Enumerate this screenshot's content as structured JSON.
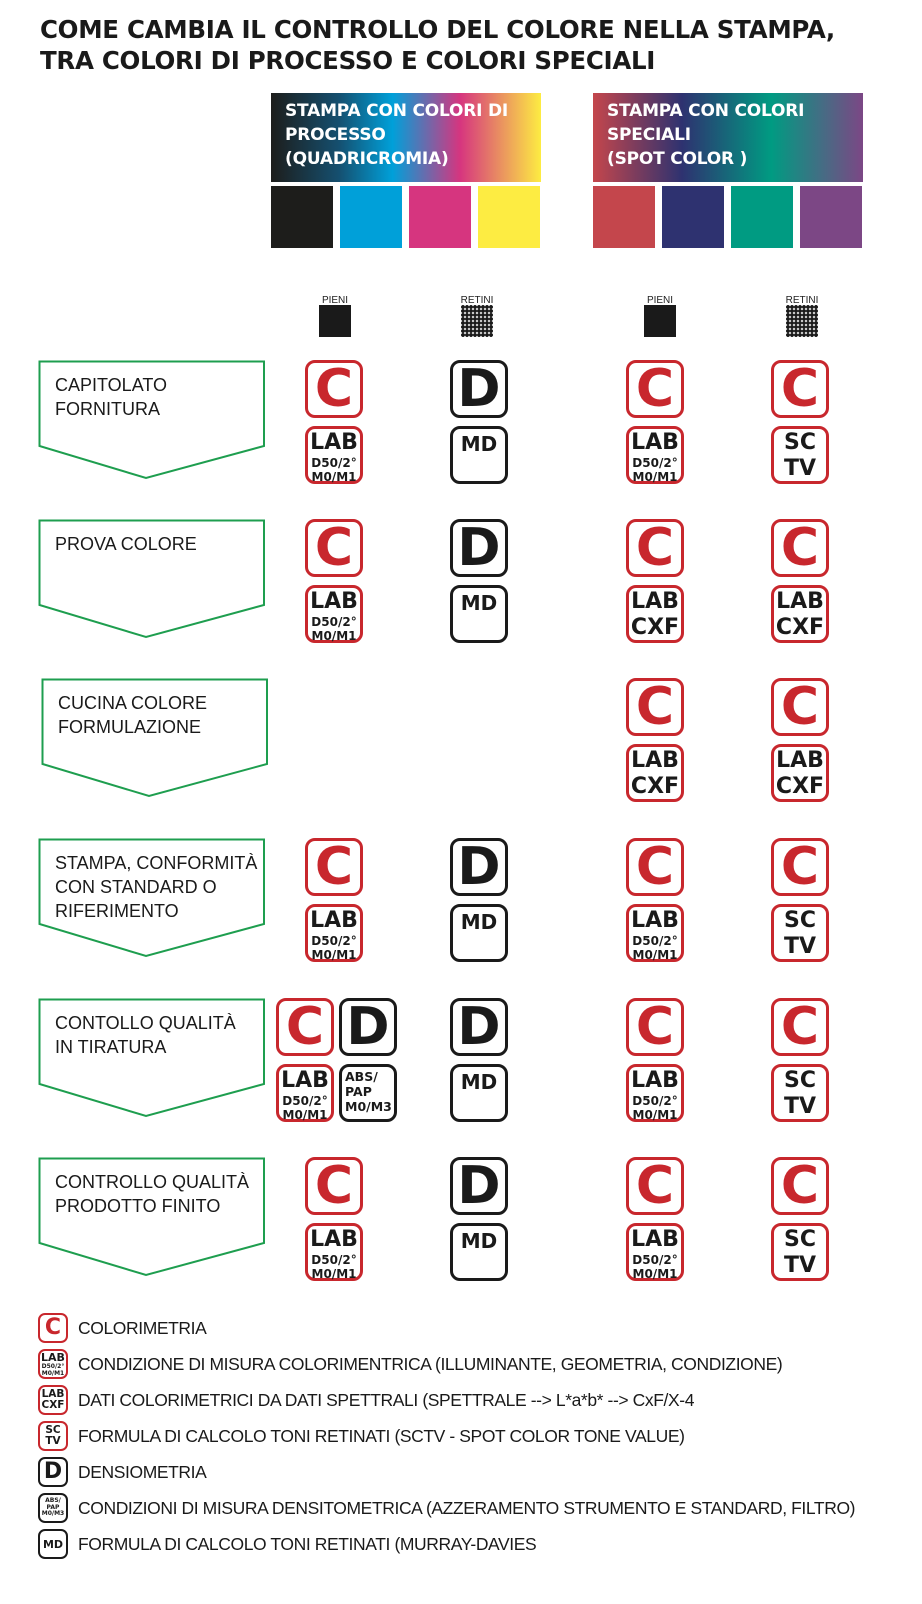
{
  "title": {
    "line1": "COME CAMBIA IL CONTROLLO DEL COLORE NELLA STAMPA,",
    "line2": "TRA COLORI DI PROCESSO E COLORI SPECIALI"
  },
  "columns": {
    "process": {
      "lines": [
        "STAMPA CON COLORI DI",
        "PROCESSO",
        "(QUADRICROMIA)"
      ],
      "swatches": [
        "#1d1d1b",
        "#00a0d9",
        "#d6357f",
        "#fdec42"
      ]
    },
    "spot": {
      "lines": [
        "STAMPA CON COLORI",
        "SPECIALI",
        "(SPOT  COLOR )"
      ],
      "swatches": [
        "#c4464c",
        "#2e3270",
        "#009b82",
        "#7c4785"
      ]
    },
    "sub_labels": [
      "PIENI",
      "RETINI",
      "PIENI",
      "RETINI"
    ]
  },
  "colors": {
    "red": "#c8272d",
    "green": "#1e9e4f",
    "black": "#1a1a1a"
  },
  "glyphs": {
    "c": "C",
    "d": "D",
    "lab": [
      "LAB",
      "D50/2°",
      "M0/M1"
    ],
    "cxf": [
      "LAB",
      "CXF"
    ],
    "sctv": [
      "SC",
      "TV"
    ],
    "md": "MD",
    "abs": [
      "ABS/",
      "PAP",
      "M0/M3"
    ]
  },
  "stages": [
    {
      "lines": [
        "CAPITOLATO",
        "FORNITURA"
      ],
      "cells": [
        "c-lab",
        "d-md",
        "c-lab",
        "c-sctv"
      ]
    },
    {
      "lines": [
        "PROVA COLORE"
      ],
      "cells": [
        "c-lab",
        "d-md",
        "c-cxf",
        "c-cxf"
      ]
    },
    {
      "lines": [
        "CUCINA COLORE",
        "FORMULAZIONE"
      ],
      "cells": [
        "",
        "",
        "c-cxf",
        "c-cxf"
      ]
    },
    {
      "lines": [
        "STAMPA,  CONFORMITÀ",
        "CON  STANDARD O",
        "   RIFERIMENTO"
      ],
      "cells": [
        "c-lab",
        "d-md",
        "c-lab",
        "c-sctv"
      ]
    },
    {
      "lines": [
        "CONTOLLO QUALITÀ",
        "IN TIRATURA"
      ],
      "cells": [
        "c-lab+d-abs",
        "d-md",
        "c-lab",
        "c-sctv"
      ]
    },
    {
      "lines": [
        "CONTROLLO QUALITÀ",
        "PRODOTTO   FINITO"
      ],
      "cells": [
        "c-lab",
        "d-md",
        "c-lab",
        "c-sctv"
      ]
    }
  ],
  "legend": [
    {
      "icon": "c-icon",
      "text": "COLORIMETRIA"
    },
    {
      "icon": "lab-icon",
      "text": "CONDIZIONE DI MISURA COLORIMENTRICA (ILLUMINANTE, GEOMETRIA, CONDIZIONE)"
    },
    {
      "icon": "cxf-icon",
      "text": "DATI COLORIMETRICI DA DATI SPETTRALI (SPETTRALE --> L*a*b* --> CxF/X-4"
    },
    {
      "icon": "sctv-icon",
      "text": "FORMULA DI CALCOLO TONI RETINATI (SCTV - SPOT COLOR TONE VALUE)"
    },
    {
      "icon": "d-icon",
      "text": "DENSIOMETRIA"
    },
    {
      "icon": "abs-icon",
      "text": "CONDIZIONI DI MISURA DENSITOMETRICA (AZZERAMENTO STRUMENTO E STANDARD, FILTRO)"
    },
    {
      "icon": "md-icon",
      "text": "FORMULA DI CALCOLO TONI RETINATI (MURRAY-DAVIES"
    }
  ]
}
